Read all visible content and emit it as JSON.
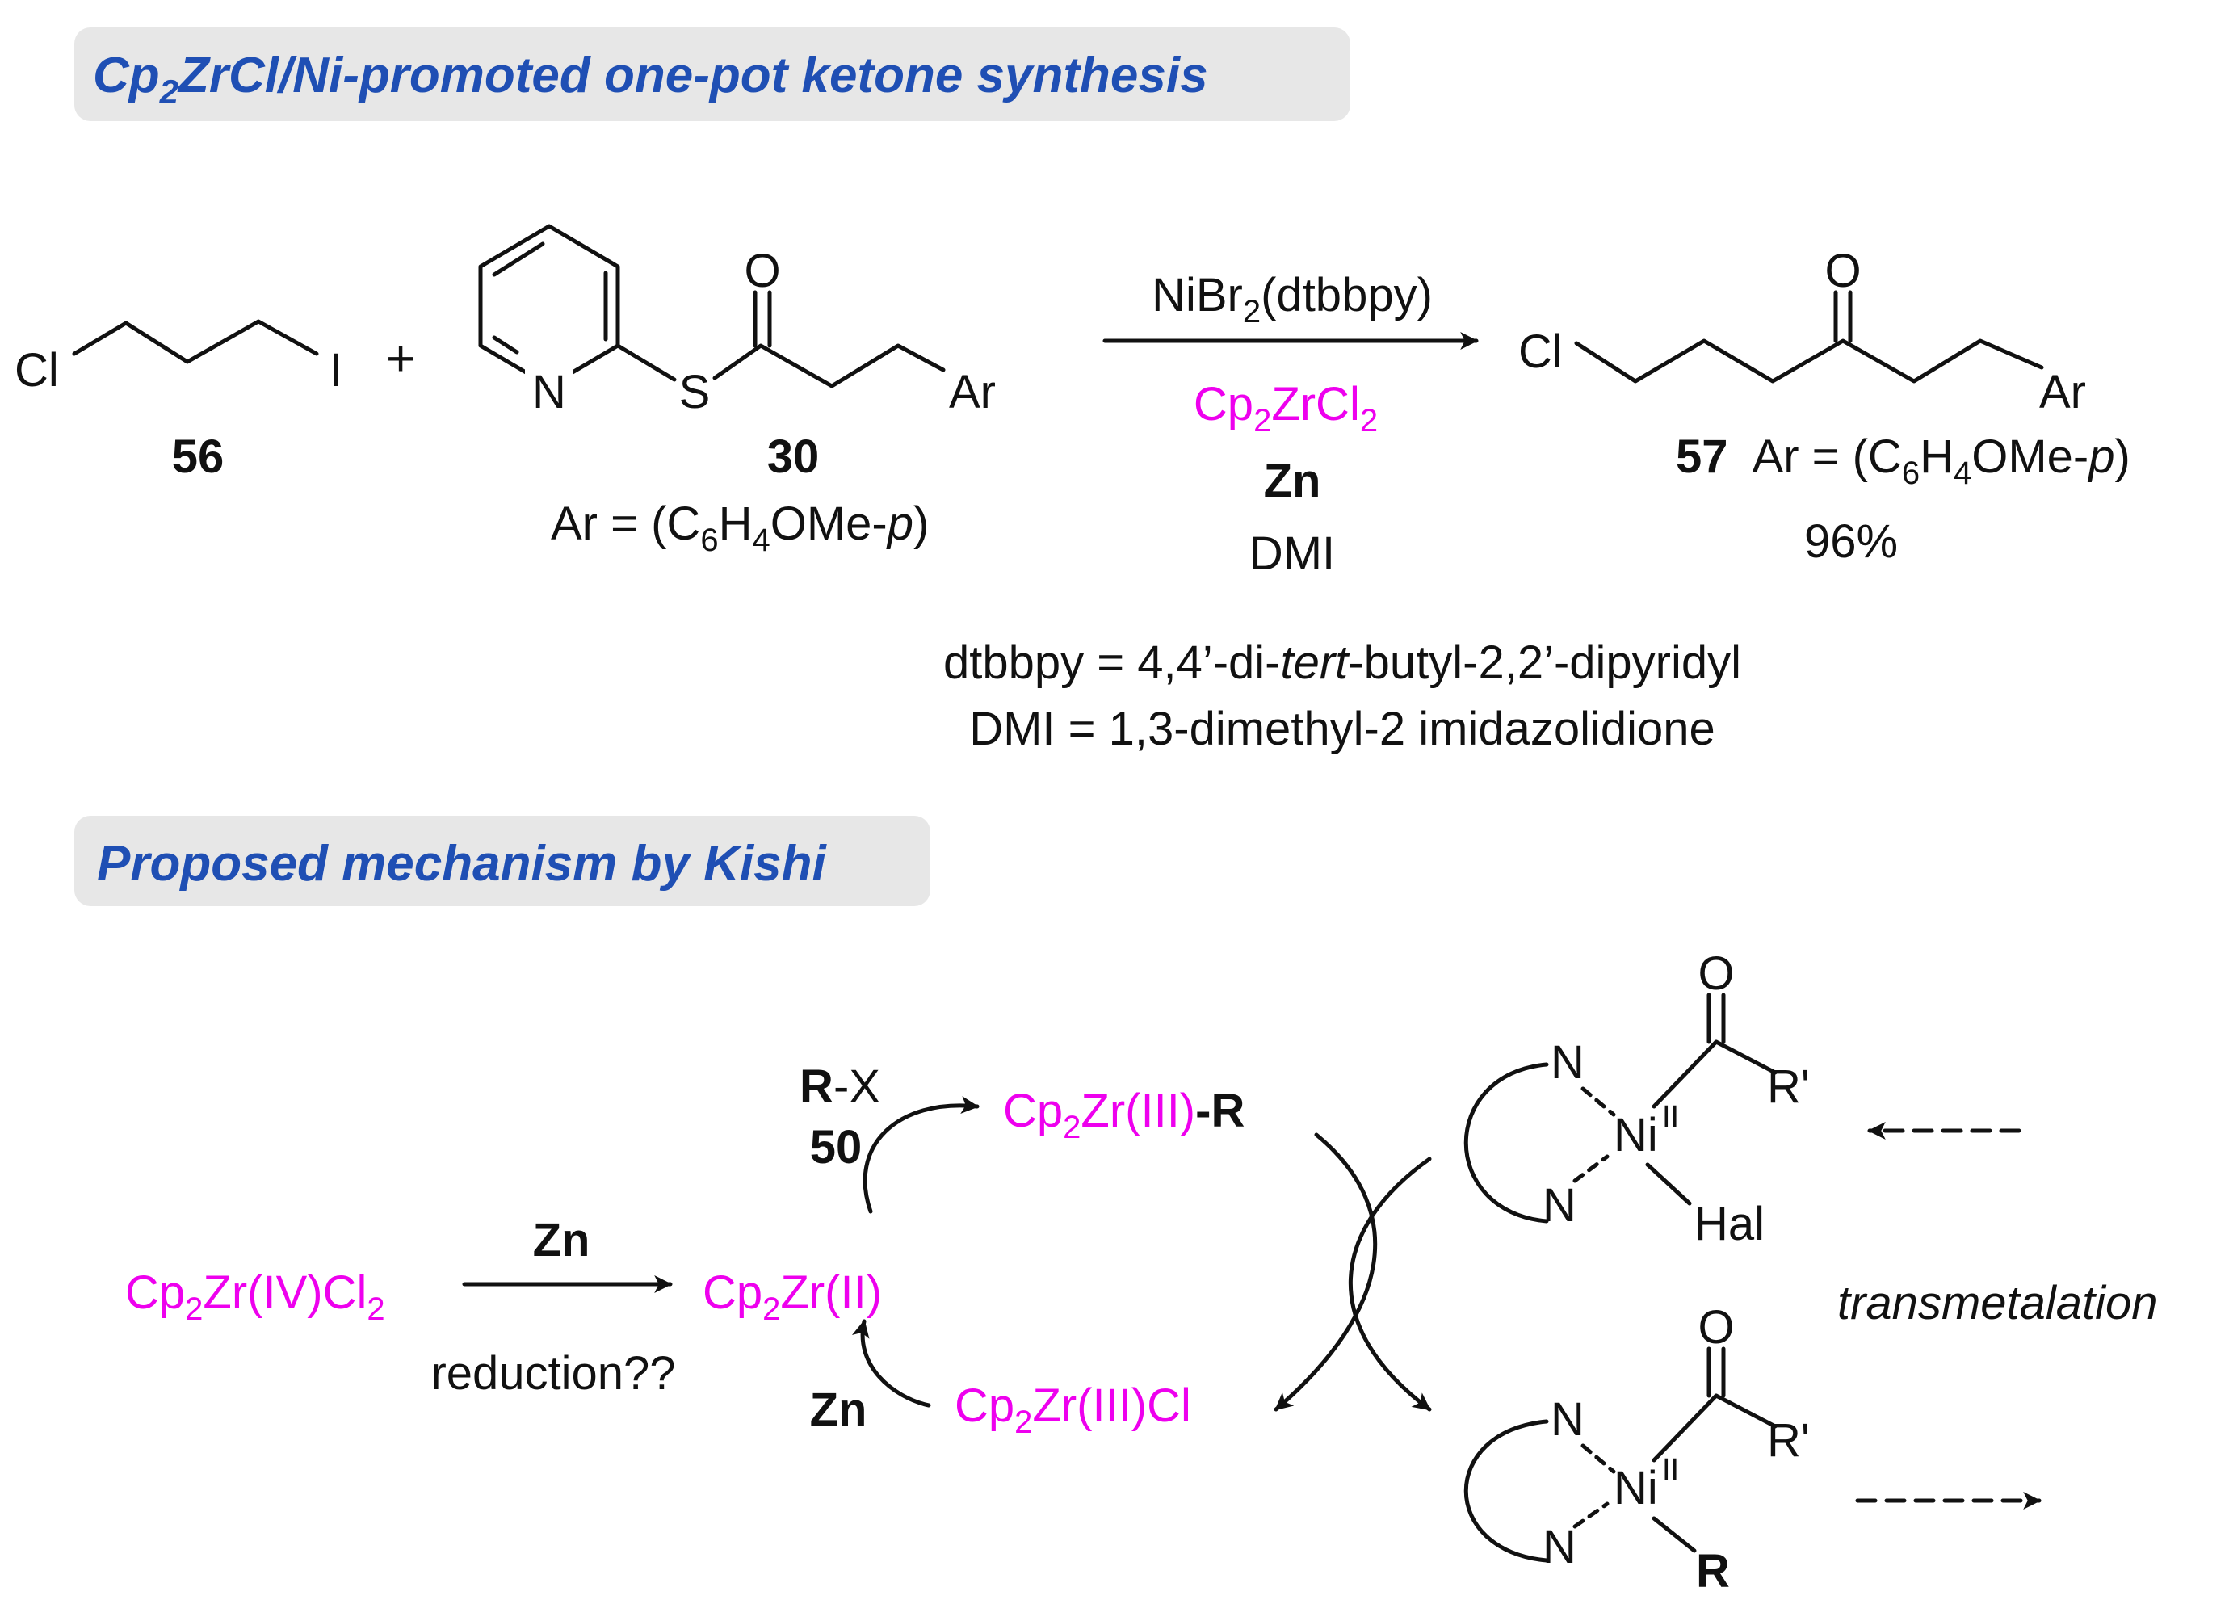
{
  "headings": {
    "synthesis": {
      "pre": "Cp",
      "sub": "2",
      "post": "ZrCl/Ni-promoted one-pot ketone synthesis"
    },
    "mechanism": "Proposed mechanism by Kishi"
  },
  "colors": {
    "heading_text": "#1f4fb4",
    "heading_bg": "#e7e7e7",
    "highlight": "#ee00ee",
    "ink": "#111111"
  },
  "reaction": {
    "reactant1": {
      "cl": "Cl",
      "i": "I",
      "number": "56"
    },
    "plus": "+",
    "reactant2": {
      "n": "N",
      "s": "S",
      "o": "O",
      "ar": "Ar",
      "number": "30",
      "ar_def_pre": "Ar = (C",
      "sub6": "6",
      "ar_def_mid": "H",
      "sub4": "4",
      "ar_def_post": "OMe-",
      "p": "p",
      "close": ")"
    },
    "conditions": {
      "catalyst": {
        "pre": "NiBr",
        "sub": "2",
        "post": "(dtbbpy)"
      },
      "zr": {
        "pre": "Cp",
        "sub1": "2",
        "mid": "ZrCl",
        "sub2": "2"
      },
      "reductant": "Zn",
      "solvent": "DMI"
    },
    "product": {
      "cl": "Cl",
      "o": "O",
      "ar": "Ar",
      "number": "57",
      "ar_def_pre": "Ar = (C",
      "sub6": "6",
      "ar_def_mid": "H",
      "sub4": "4",
      "ar_def_post": "OMe-",
      "p": "p",
      "close": ")",
      "yield": "96%"
    },
    "abbreviations": {
      "dtbbpy_pre": "dtbbpy = 4,4’-di-",
      "dtbbpy_ital": "tert",
      "dtbbpy_post": "-butyl-2,2’-dipyridyl",
      "dmi": "DMI = 1,3-dimethyl-2 imidazolidione"
    }
  },
  "mechanism": {
    "zr4": {
      "pre": "Cp",
      "sub1": "2",
      "mid": "Zr(IV)Cl",
      "sub2": "2"
    },
    "zn_top": "Zn",
    "reduction": "reduction??",
    "zr2": {
      "pre": "Cp",
      "sub": "2",
      "post": "Zr(II)"
    },
    "rx": {
      "r": "R",
      "x": "-X"
    },
    "rx_number": "50",
    "zr3r": {
      "pre": "Cp",
      "sub": "2",
      "mid": "Zr(III)",
      "r": "-R"
    },
    "zr3cl": {
      "pre": "Cp",
      "sub": "2",
      "post": "Zr(III)Cl"
    },
    "zn_bottom": "Zn",
    "ni_top": {
      "n1": "N",
      "n2": "N",
      "ni": "Ni",
      "ox": "II",
      "o": "O",
      "rp": "R'",
      "hal": "Hal"
    },
    "ni_bottom": {
      "n1": "N",
      "n2": "N",
      "ni": "Ni",
      "ox": "II",
      "o": "O",
      "rp": "R'",
      "r": "R"
    },
    "transmetalation": "transmetalation"
  }
}
